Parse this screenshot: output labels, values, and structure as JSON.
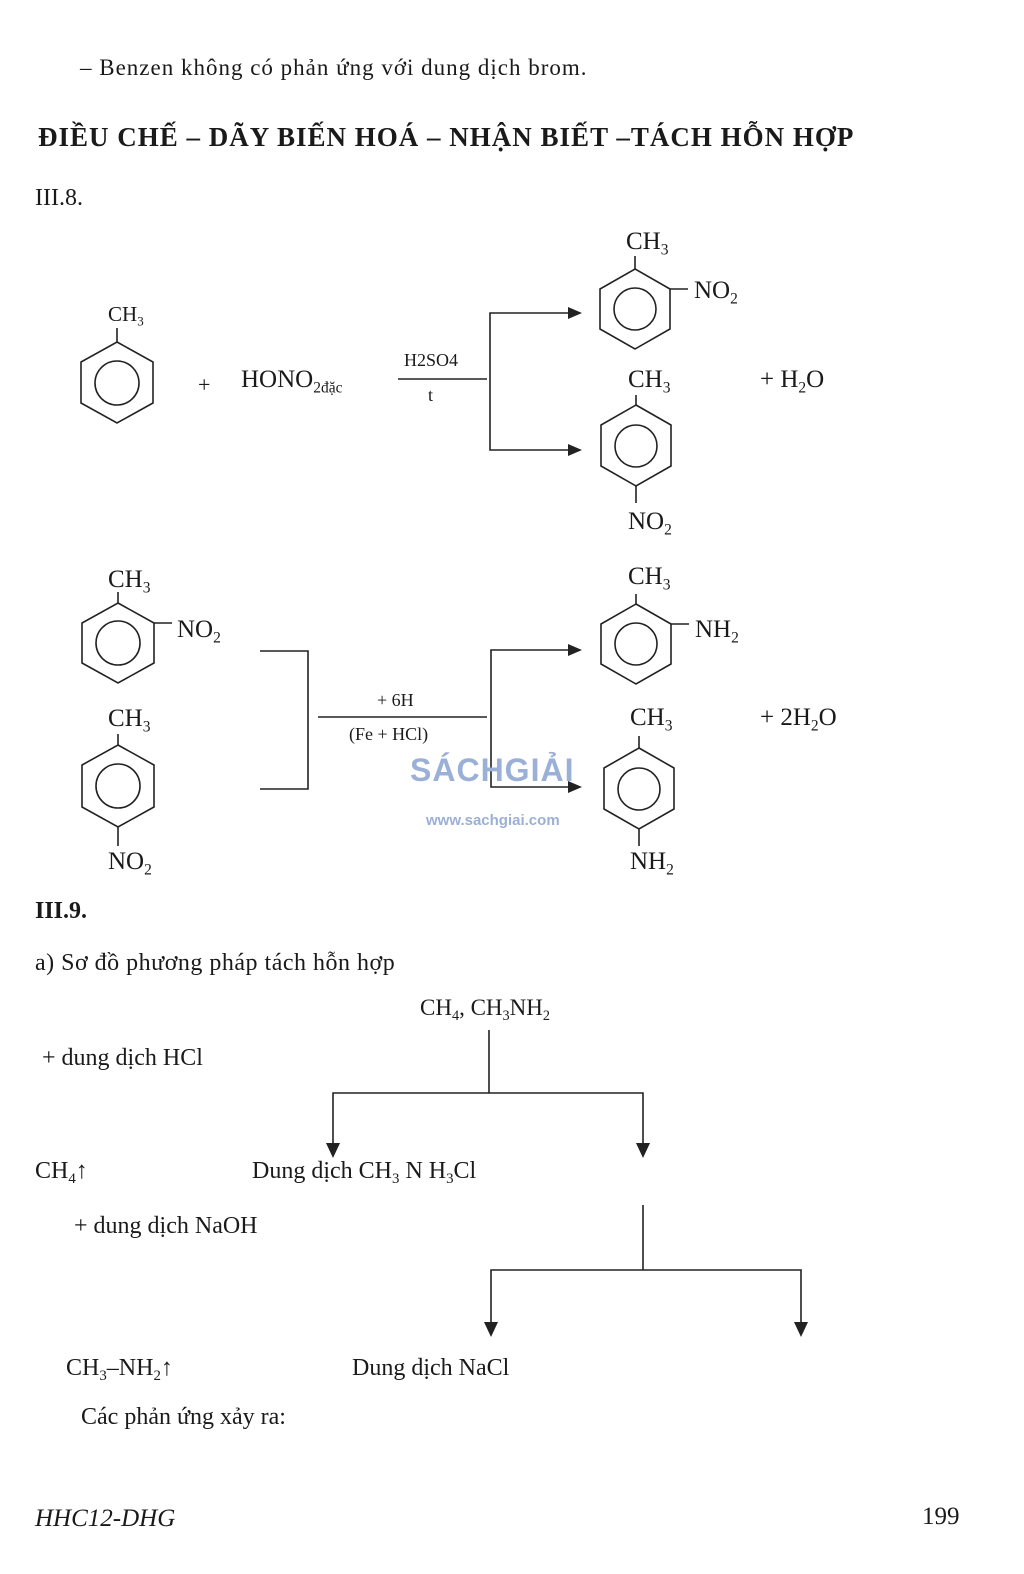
{
  "intro_line": "– Benzen không có phản ứng với dung dịch brom.",
  "section_heading": "ĐIỀU CHẾ – DÃY BIẾN HOÁ – NHẬN BIẾT –TÁCH HỖN HỢP",
  "problem_8": {
    "label": "III.8.",
    "reaction1": {
      "reactant_group": "CH3",
      "plus": "+",
      "reagent": "HONO",
      "reagent_sub": "2đặc",
      "catalyst": "H2SO4",
      "condition": "t",
      "product_ortho_group1": "CH3",
      "product_ortho_group2": "NO2",
      "product_para_group1": "CH3",
      "product_para_group2": "NO2",
      "byproduct": "+ H2O"
    },
    "reaction2": {
      "reactant_ortho_group1": "CH3",
      "reactant_ortho_group2": "NO2",
      "reactant_para_group1": "CH3",
      "reactant_para_group2": "NO2",
      "reagent": "+ 6H",
      "condition": "(Fe + HCl)",
      "product_ortho_group1": "CH3",
      "product_ortho_group2": "NH2",
      "product_para_group1": "CH3",
      "product_para_group2": "NH2",
      "byproduct": "+ 2H2O"
    }
  },
  "problem_9": {
    "label": "III.9.",
    "part_a": "a) Sơ đồ phương pháp tách hỗn hợp",
    "mixture": "CH4, CH3NH2",
    "step1_reagent": "+ dung dịch HCl",
    "gas1": "CH4↑",
    "solution1": "Dung dịch  CH3 N H3Cl",
    "step2_reagent": "+ dung dịch NaOH",
    "gas2": "CH3–NH2↑",
    "solution2": "Dung dịch NaCl",
    "reactions_intro": "Các phản ứng xảy ra:"
  },
  "watermark": {
    "brand": "SÁCHGIẢI",
    "url": "www.sachgiai.com"
  },
  "footer": {
    "code": "HHC12-DHG",
    "page_number": "199"
  }
}
